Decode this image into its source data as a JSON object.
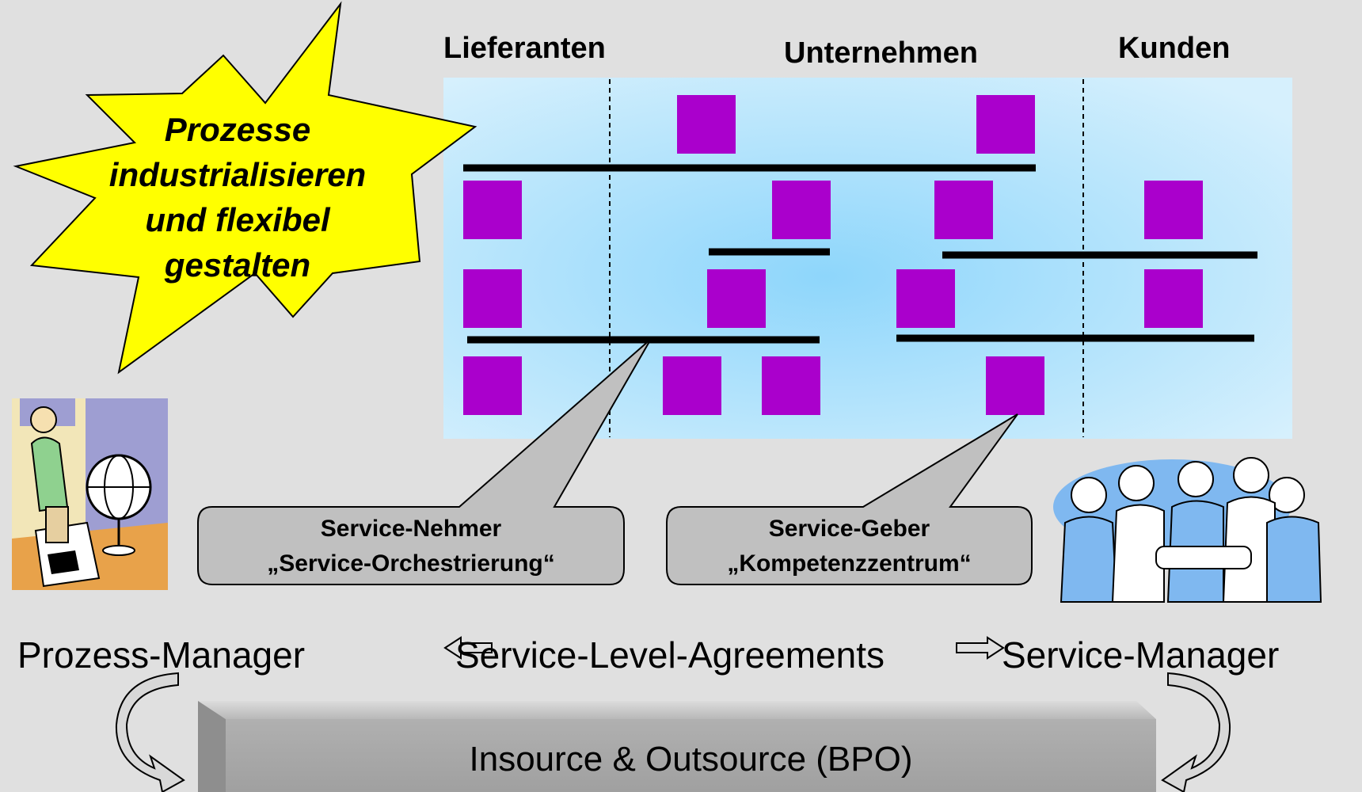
{
  "columns": {
    "suppliers": "Lieferanten",
    "company": "Unternehmen",
    "customers": "Kunden"
  },
  "starburst": {
    "line1": "Prozesse",
    "line2": "industrialisieren",
    "line3": "und flexibel",
    "line4": "gestalten",
    "fill_color": "#ffff00"
  },
  "callouts": {
    "consumer": {
      "line1": "Service-Nehmer",
      "line2": "„Service-Orchestrierung“"
    },
    "provider": {
      "line1": "Service-Geber",
      "line2": "„Kompetenzzentrum“"
    }
  },
  "roles": {
    "left": "Prozess-Manager",
    "middle": "Service-Level-Agreements",
    "right": "Service-Manager"
  },
  "bpo_bar": {
    "label": "Insource & Outsource (BPO)"
  },
  "colors": {
    "background": "#e0e0e0",
    "process_box": "#aa00cc",
    "panel_light": "#c8ecfc",
    "panel_center": "#8ed6fb",
    "callout_fill": "#c0c0c0"
  }
}
